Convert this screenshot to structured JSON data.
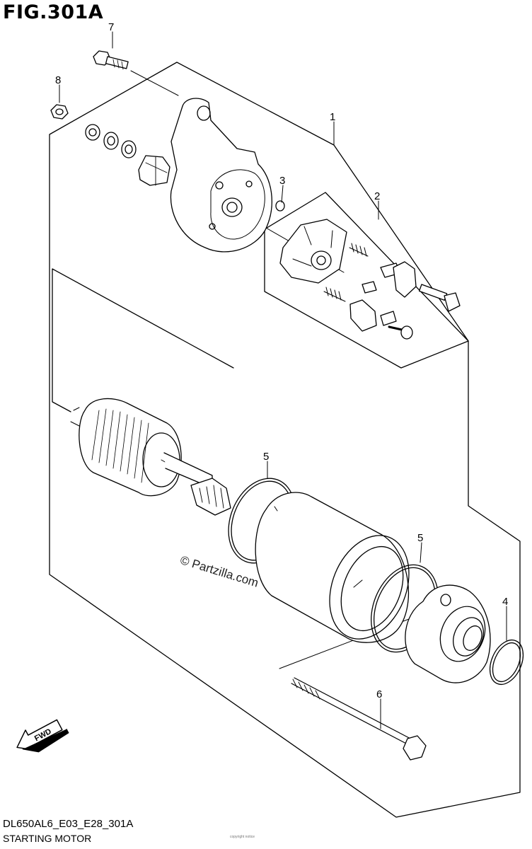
{
  "figure": {
    "title": "FIG.301A",
    "code": "DL650AL6_E03_E28_301A",
    "subtitle": "STARTING MOTOR",
    "watermark": "© Partzilla.com",
    "fwd_label": "FWD",
    "fine_print": "copyright notice"
  },
  "callouts": [
    "7",
    "8",
    "1",
    "3",
    "2",
    "5",
    "5",
    "4",
    "6"
  ],
  "icons": [
    "fwd-arrow-icon"
  ],
  "colors": {
    "line": "#000000",
    "background": "#ffffff",
    "gray": "#808080"
  }
}
